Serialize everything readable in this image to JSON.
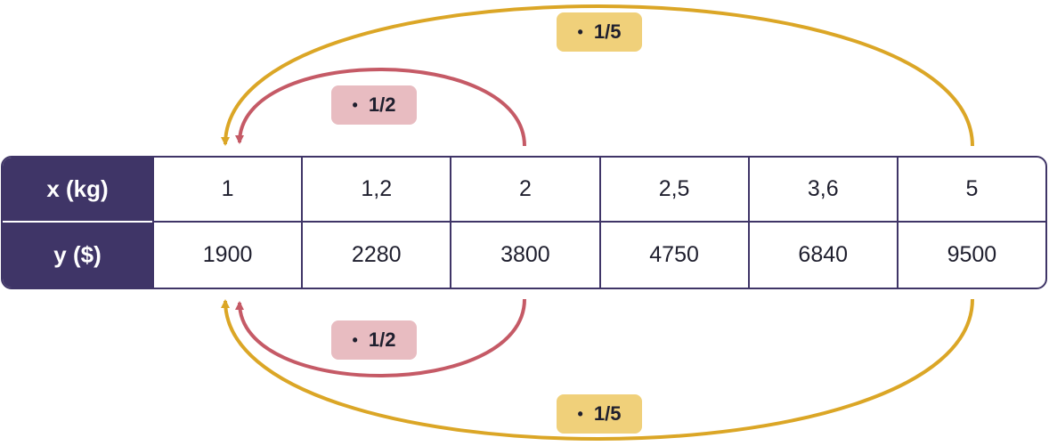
{
  "table": {
    "rows": [
      {
        "header": "x (kg)",
        "cells": [
          "1",
          "1,2",
          "2",
          "2,5",
          "3,6",
          "5"
        ]
      },
      {
        "header": "y ($)",
        "cells": [
          "1900",
          "2280",
          "3800",
          "4750",
          "6840",
          "9500"
        ]
      }
    ]
  },
  "arrows": {
    "top_outer_label": "1/5",
    "top_inner_label": "1/2",
    "bottom_inner_label": "1/2",
    "bottom_outer_label": "1/5",
    "multiply_symbol": "•"
  },
  "colors": {
    "header_bg": "#3f3567",
    "outer_arrow": "#dba626",
    "inner_arrow": "#c55a66",
    "outer_badge": "#f0d07a",
    "inner_badge": "#e8bcc1"
  }
}
